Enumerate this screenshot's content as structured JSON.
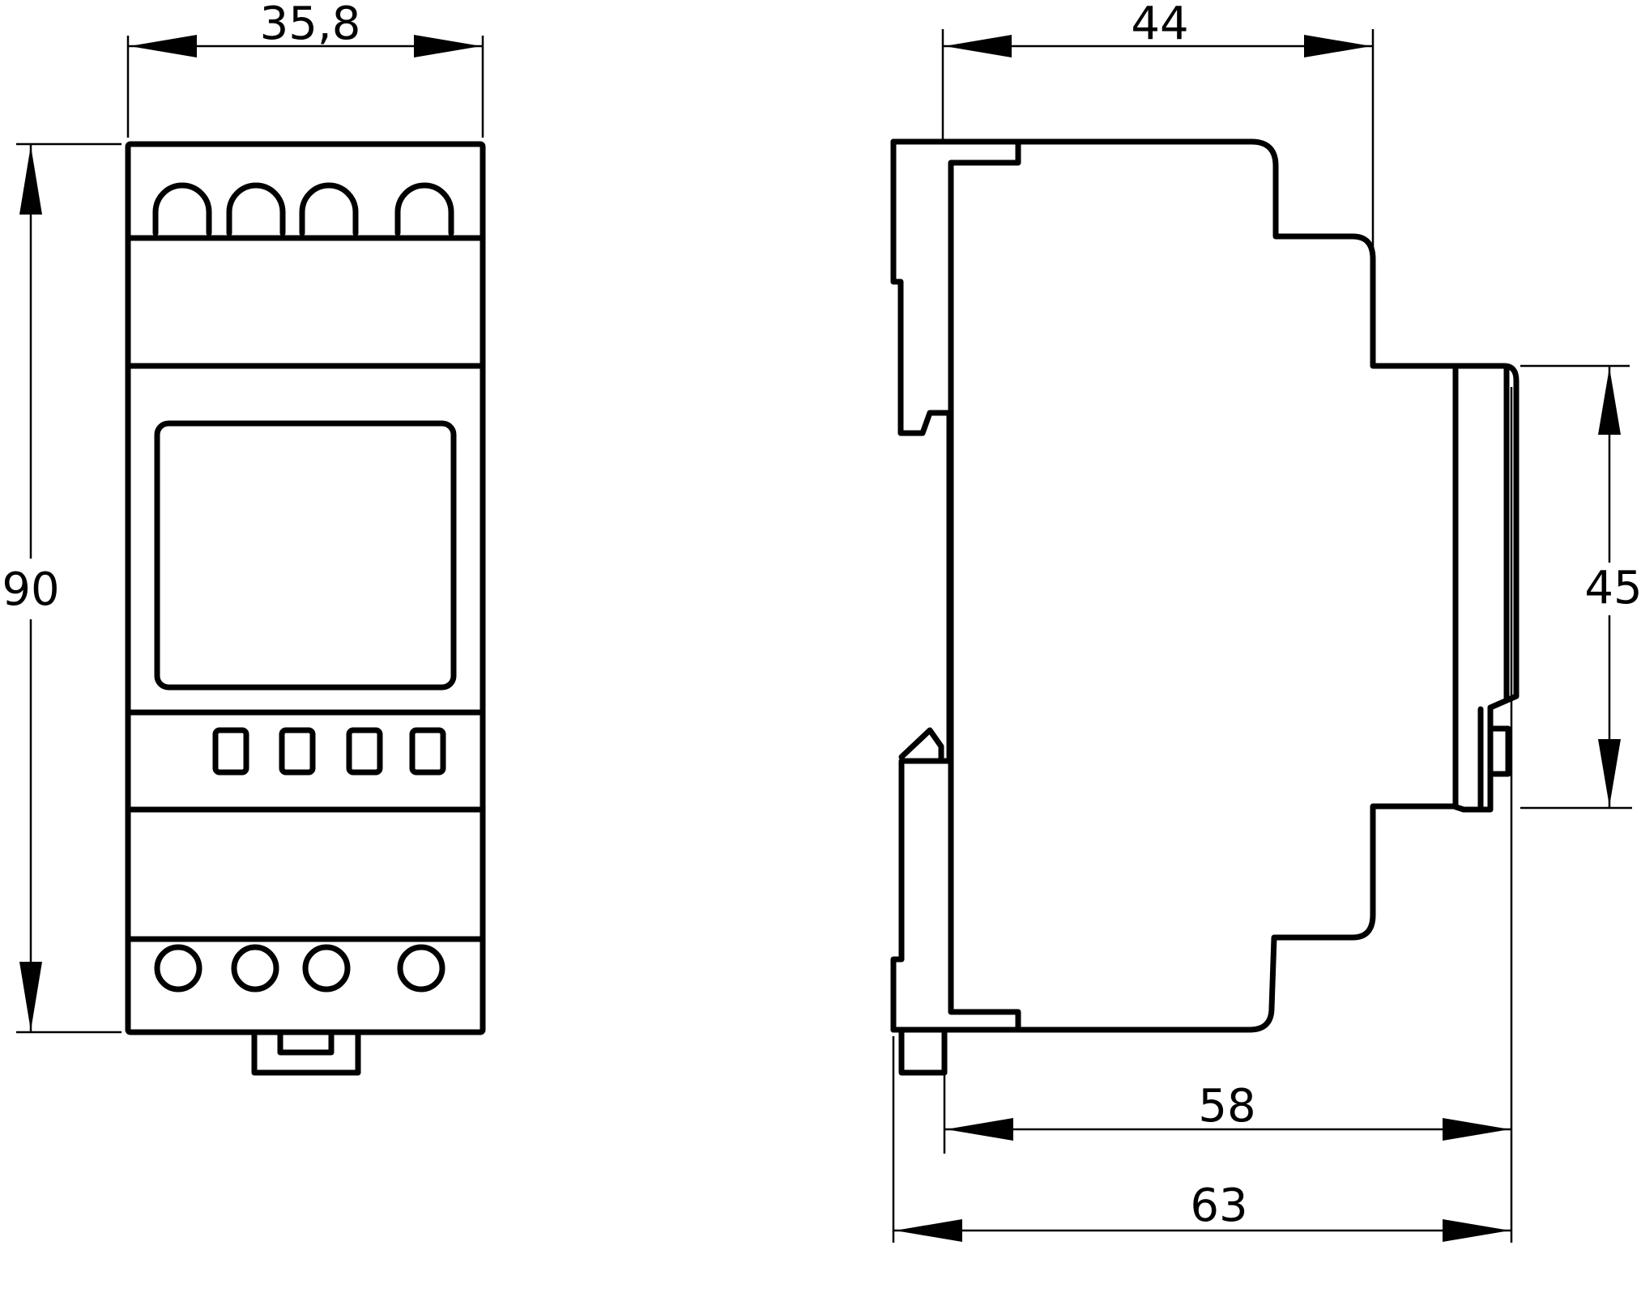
{
  "drawing": {
    "front_view": {
      "width_label": "35,8",
      "height_label": "90"
    },
    "side_view": {
      "depth_top_label": "44",
      "rail_height_label": "45",
      "depth_label": "58",
      "overall_depth_label": "63"
    }
  },
  "colors": {
    "line": "#000000",
    "background": "#ffffff"
  }
}
